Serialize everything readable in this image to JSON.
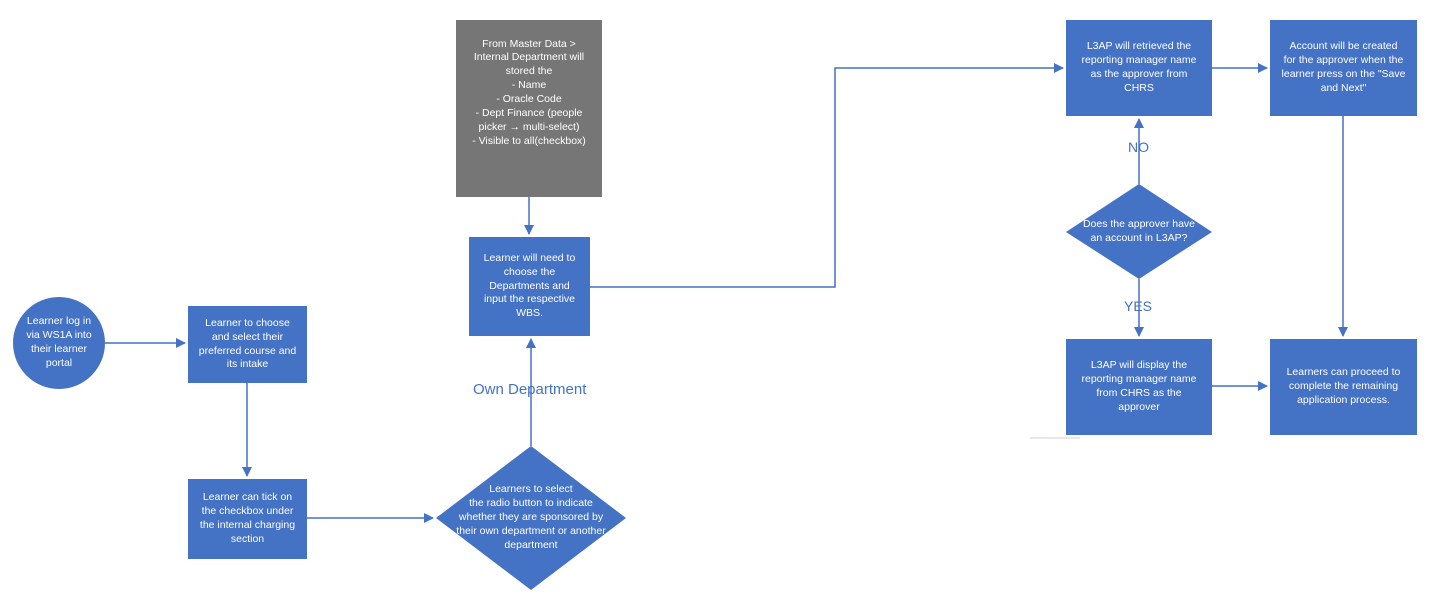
{
  "nodes": {
    "login": "Learner log in\nvia WS1A into\ntheir learner\nportal",
    "choose_course": "Learner to choose\nand select their\npreferred course and\nits intake",
    "tick_checkbox": "Learner can tick on\nthe checkbox under\nthe internal charging\nsection",
    "select_radio": "Learners to select\nthe radio button to indicate\nwhether they are sponsored by\ntheir own department or another\ndepartment",
    "master_data": "From Master Data >\nInternal Department will\nstored the\n- Name\n-  Oracle Code\n- Dept Finance (people\npicker → multi-select)\n- Visible to all(checkbox)",
    "choose_departments": "Learner will need to\nchoose the\nDepartments  and\ninput the respective\nWBS.",
    "approver_question": "Does the approver have\nan account in L3AP?",
    "retrieve_manager": "L3AP will retrieved the\nreporting manager name\nas the approver from\nCHRS",
    "display_manager": "L3AP will display the\nreporting manager name\nfrom CHRS as the\napprover",
    "create_account": "Account will be created\nfor the approver when the\nlearner press on the \"Save\nand Next\"",
    "proceed": "Learners can proceed to\ncomplete the remaining\napplication process."
  },
  "edge_labels": {
    "own_department": "Own Department",
    "no": "NO",
    "yes": "YES"
  },
  "colors": {
    "node_fill": "#4472c4",
    "master_fill": "#767676",
    "arrow": "#4472c4",
    "text": "#ffffff"
  }
}
